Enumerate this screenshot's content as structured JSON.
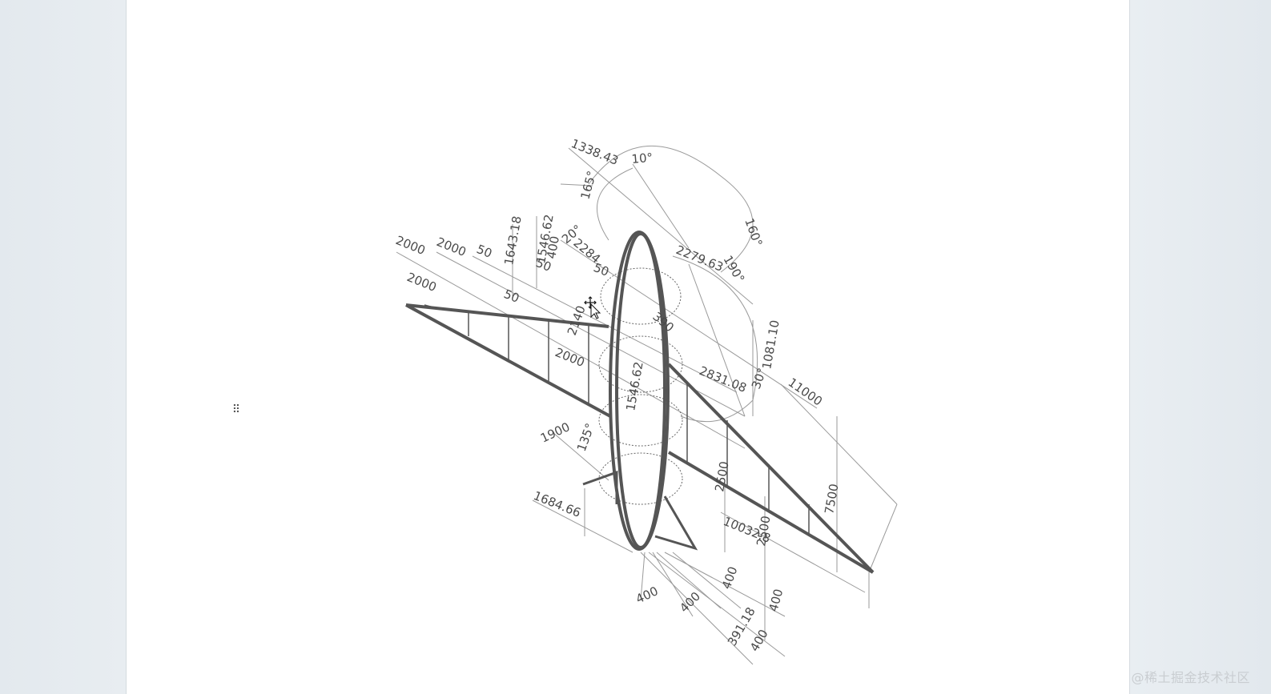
{
  "drawing": {
    "dimensions": [
      "1338.43",
      "10°",
      "165°",
      "160°",
      "2000",
      "2000",
      "50",
      "1643.18",
      "1546.62",
      "400",
      "50",
      "20°",
      "2284",
      "50",
      "2279.63",
      "190°",
      "2000",
      "50",
      "1081.10",
      "2000",
      "2831.08",
      "30°",
      "11000",
      "1546.62",
      "1900",
      "135°",
      "2500",
      "7500",
      "1684.66",
      "10032.8",
      "2500",
      "400",
      "400",
      "400",
      "400",
      "391.18",
      "400",
      "390",
      "2140"
    ]
  },
  "icons": {
    "drag_handle": "drag-handle-icon",
    "cursor": "move-cursor-icon"
  },
  "watermark": "@稀土掘金技术社区",
  "drag_glyph": "⠿"
}
